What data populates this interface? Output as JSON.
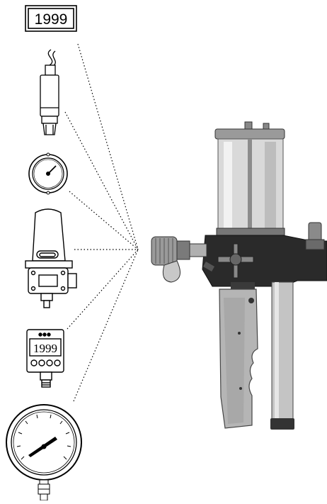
{
  "devices": {
    "digital_display": {
      "reading": "1999"
    },
    "pressure_transducer": {
      "icon": "pressure-transducer-icon"
    },
    "small_panel_gauge": {
      "icon": "small-gauge-icon"
    },
    "pressure_switch": {
      "icon": "pressure-switch-icon"
    },
    "digital_gauge": {
      "reading": "1999",
      "indicator_dots": 3,
      "buttons": 4
    },
    "large_dial_gauge": {
      "icon": "large-gauge-icon"
    }
  },
  "calibration_pump": {
    "icon": "hand-pump-icon"
  },
  "colors": {
    "ink": "#000000",
    "pump_body": "#2a2a2a",
    "handle": "#b5b5b5",
    "reservoir": "#d9d9d9"
  }
}
